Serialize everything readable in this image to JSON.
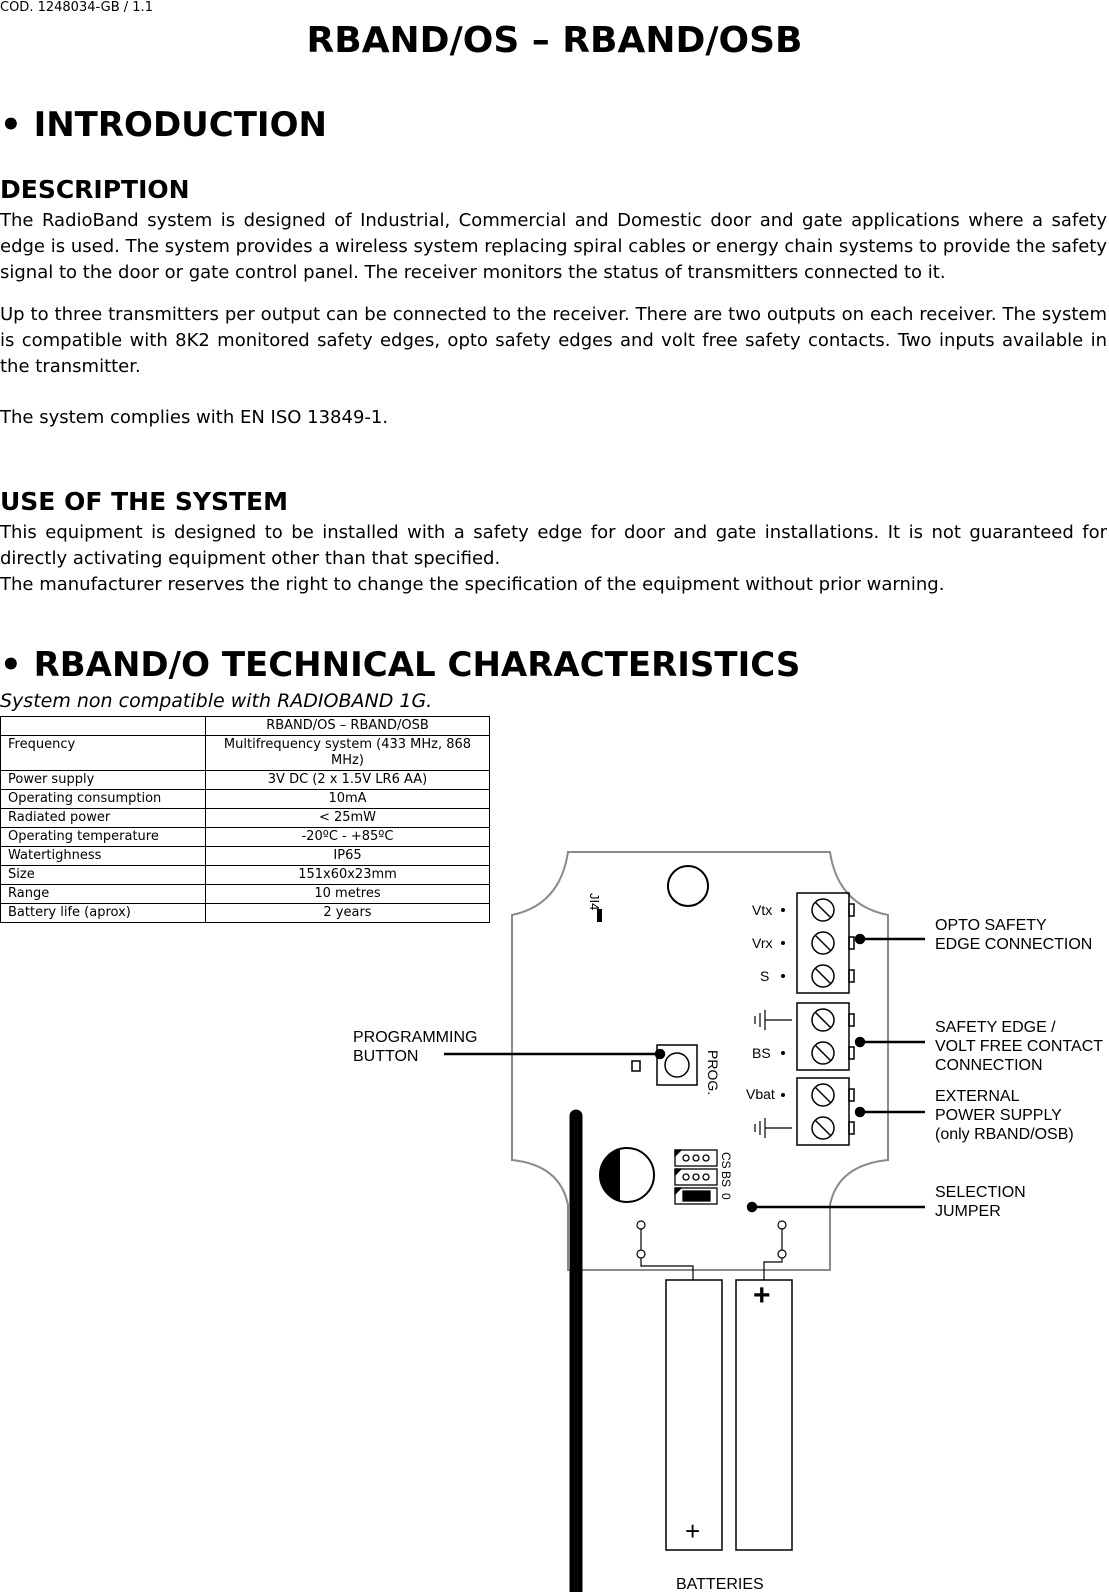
{
  "header": {
    "code": "COD. 1248034-GB / 1.1",
    "title": "RBAND/OS – RBAND/OSB"
  },
  "intro": {
    "heading": "• INTRODUCTION",
    "description_heading": "DESCRIPTION",
    "description_p1": "The RadioBand system is designed of Industrial, Commercial and Domestic door and gate applications where a safety edge is used. The system provides a wireless system replacing spiral cables or energy chain systems to provide the safety signal to the door or gate control panel. The receiver monitors the status of transmitters connected to it.",
    "description_p2": "Up to three transmitters per output can be connected to the receiver. There are two outputs on each receiver. The system is compatible with 8K2 monitored safety edges, opto safety edges and volt free safety contacts. Two inputs available in the transmitter.",
    "description_p3": "The system complies with EN ISO 13849-1.",
    "use_heading": "USE OF THE SYSTEM",
    "use_p1": "This equipment is designed to be installed with a safety edge for door and gate installations. It is not guaranteed for directly activating equipment other than that specified.",
    "use_p2": "The manufacturer reserves the right to change the specification of the equipment without prior warning."
  },
  "tech": {
    "heading": "• RBAND/O TECHNICAL CHARACTERISTICS",
    "note": "System non compatible with  RADIOBAND 1G.",
    "table": {
      "header": [
        "",
        "RBAND/OS – RBAND/OSB"
      ],
      "rows": [
        [
          "Frequency",
          "Multifrequency system (433 MHz, 868 MHz)"
        ],
        [
          "Power supply",
          "3V DC  (2 x 1.5V LR6 AA)"
        ],
        [
          "Operating consumption",
          "10mA"
        ],
        [
          "Radiated power",
          "< 25mW"
        ],
        [
          "Operating temperature",
          "-20ºC - +85ºC"
        ],
        [
          "Watertighness",
          "IP65"
        ],
        [
          "Size",
          "151x60x23mm"
        ],
        [
          "Range",
          "10 metres"
        ],
        [
          "Battery life (aprox)",
          "2 years"
        ]
      ]
    }
  },
  "diagram": {
    "board_labels": {
      "j4": "JI4",
      "vtx": "Vtx",
      "vrx": "Vrx",
      "s": "S",
      "bs": "BS",
      "vbat": "Vbat",
      "prog": "PROG.",
      "jumper_cs": "CS",
      "jumper_bs": "BS",
      "jumper_0": "0",
      "battery_plus_top": "+",
      "battery_plus_bottom": "+"
    },
    "callouts": {
      "opto_1": "OPTO SAFETY",
      "opto_2": "EDGE CONNECTION",
      "safety_1": "SAFETY EDGE /",
      "safety_2": "VOLT FREE CONTACT",
      "safety_3": "CONNECTION",
      "ext_1": "EXTERNAL",
      "ext_2": "POWER SUPPLY",
      "ext_3": "(only RBAND/OSB)",
      "sel_1": "SELECTION",
      "sel_2": "JUMPER",
      "prog_1": "PROGRAMMING",
      "prog_2": "BUTTON",
      "batteries": "BATTERIES"
    }
  }
}
